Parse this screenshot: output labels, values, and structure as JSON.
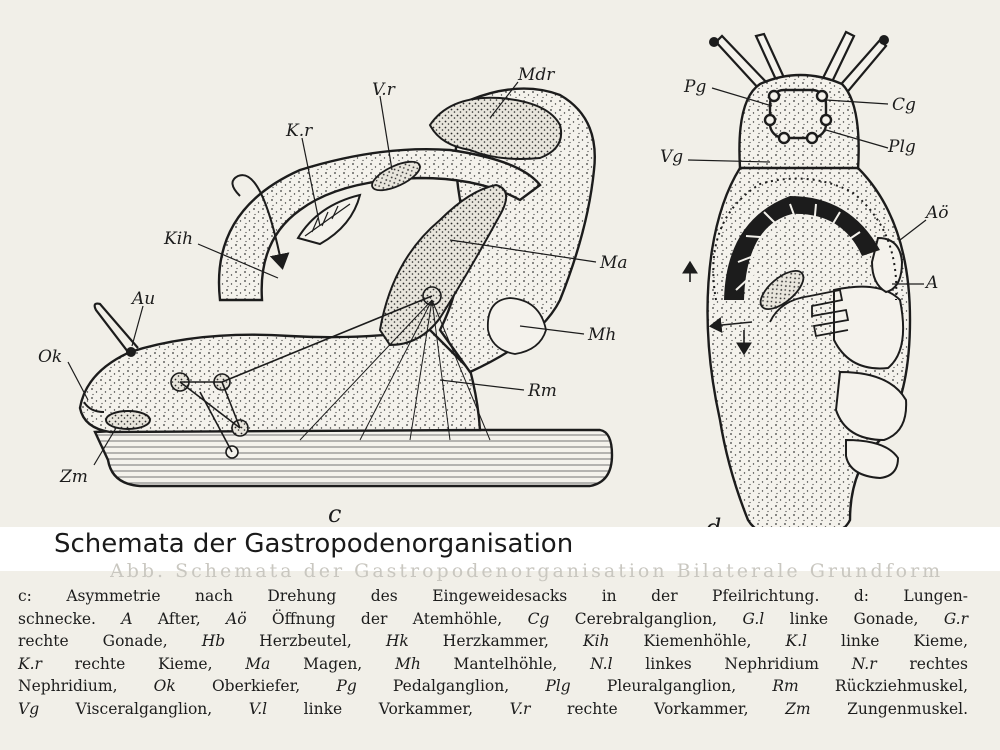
{
  "figure": {
    "title": "Schemata der Gastropodenorganisation",
    "ghost_text": "Abb.  Schemata der Gastropodenorganisation  Bilaterale Grundform"
  },
  "diagram_c": {
    "panel_letter": "c",
    "labels": {
      "mdr": "Mdr",
      "vr": "V.r",
      "kr": "K.r",
      "kih": "Kih",
      "ma": "Ma",
      "au": "Au",
      "mh": "Mh",
      "ok": "Ok",
      "rm": "Rm",
      "zm": "Zm"
    }
  },
  "diagram_d": {
    "panel_letter": "d",
    "labels": {
      "pg": "Pg",
      "cg": "Cg",
      "vg": "Vg",
      "plg": "Plg",
      "ao": "Aö",
      "a": "A"
    }
  },
  "caption": {
    "lines": [
      [
        {
          "t": "c: Asymmetrie nach Drehung des Eingeweidesacks in der Pfeilrichtung. d: Lungen-"
        }
      ],
      [
        {
          "t": "schnecke. "
        },
        {
          "t": "A",
          "i": true
        },
        {
          "t": " After, "
        },
        {
          "t": "Aö",
          "i": true
        },
        {
          "t": " Öffnung der Atemhöhle, "
        },
        {
          "t": "Cg",
          "i": true
        },
        {
          "t": " Cerebralganglion, "
        },
        {
          "t": "G.l",
          "i": true
        },
        {
          "t": " linke Gonade, "
        },
        {
          "t": "G.r",
          "i": true
        }
      ],
      [
        {
          "t": "rechte Gonade, "
        },
        {
          "t": "Hb",
          "i": true
        },
        {
          "t": " Herzbeutel, "
        },
        {
          "t": "Hk",
          "i": true
        },
        {
          "t": " Herzkammer, "
        },
        {
          "t": "Kih",
          "i": true
        },
        {
          "t": " Kiemenhöhle, "
        },
        {
          "t": "K.l",
          "i": true
        },
        {
          "t": " linke Kieme,"
        }
      ],
      [
        {
          "t": "K.r",
          "i": true
        },
        {
          "t": " rechte Kieme, "
        },
        {
          "t": "Ma",
          "i": true
        },
        {
          "t": " Magen, "
        },
        {
          "t": "Mh",
          "i": true
        },
        {
          "t": " Mantelhöhle, "
        },
        {
          "t": "N.l",
          "i": true
        },
        {
          "t": " linkes Nephridium "
        },
        {
          "t": "N.r",
          "i": true
        },
        {
          "t": " rechtes"
        }
      ],
      [
        {
          "t": "Nephridium, "
        },
        {
          "t": "Ok",
          "i": true
        },
        {
          "t": " Oberkiefer, "
        },
        {
          "t": "Pg",
          "i": true
        },
        {
          "t": " Pedalganglion, "
        },
        {
          "t": "Plg",
          "i": true
        },
        {
          "t": " Pleuralganglion, "
        },
        {
          "t": "Rm",
          "i": true
        },
        {
          "t": " Rückziehmuskel,"
        }
      ],
      [
        {
          "t": "Vg",
          "i": true
        },
        {
          "t": " Visceralganglion, "
        },
        {
          "t": "V.l",
          "i": true
        },
        {
          "t": " linke Vorkammer, "
        },
        {
          "t": "V.r",
          "i": true
        },
        {
          "t": " rechte Vorkammer, "
        },
        {
          "t": "Zm",
          "i": true
        },
        {
          "t": " Zungenmuskel."
        }
      ]
    ]
  }
}
